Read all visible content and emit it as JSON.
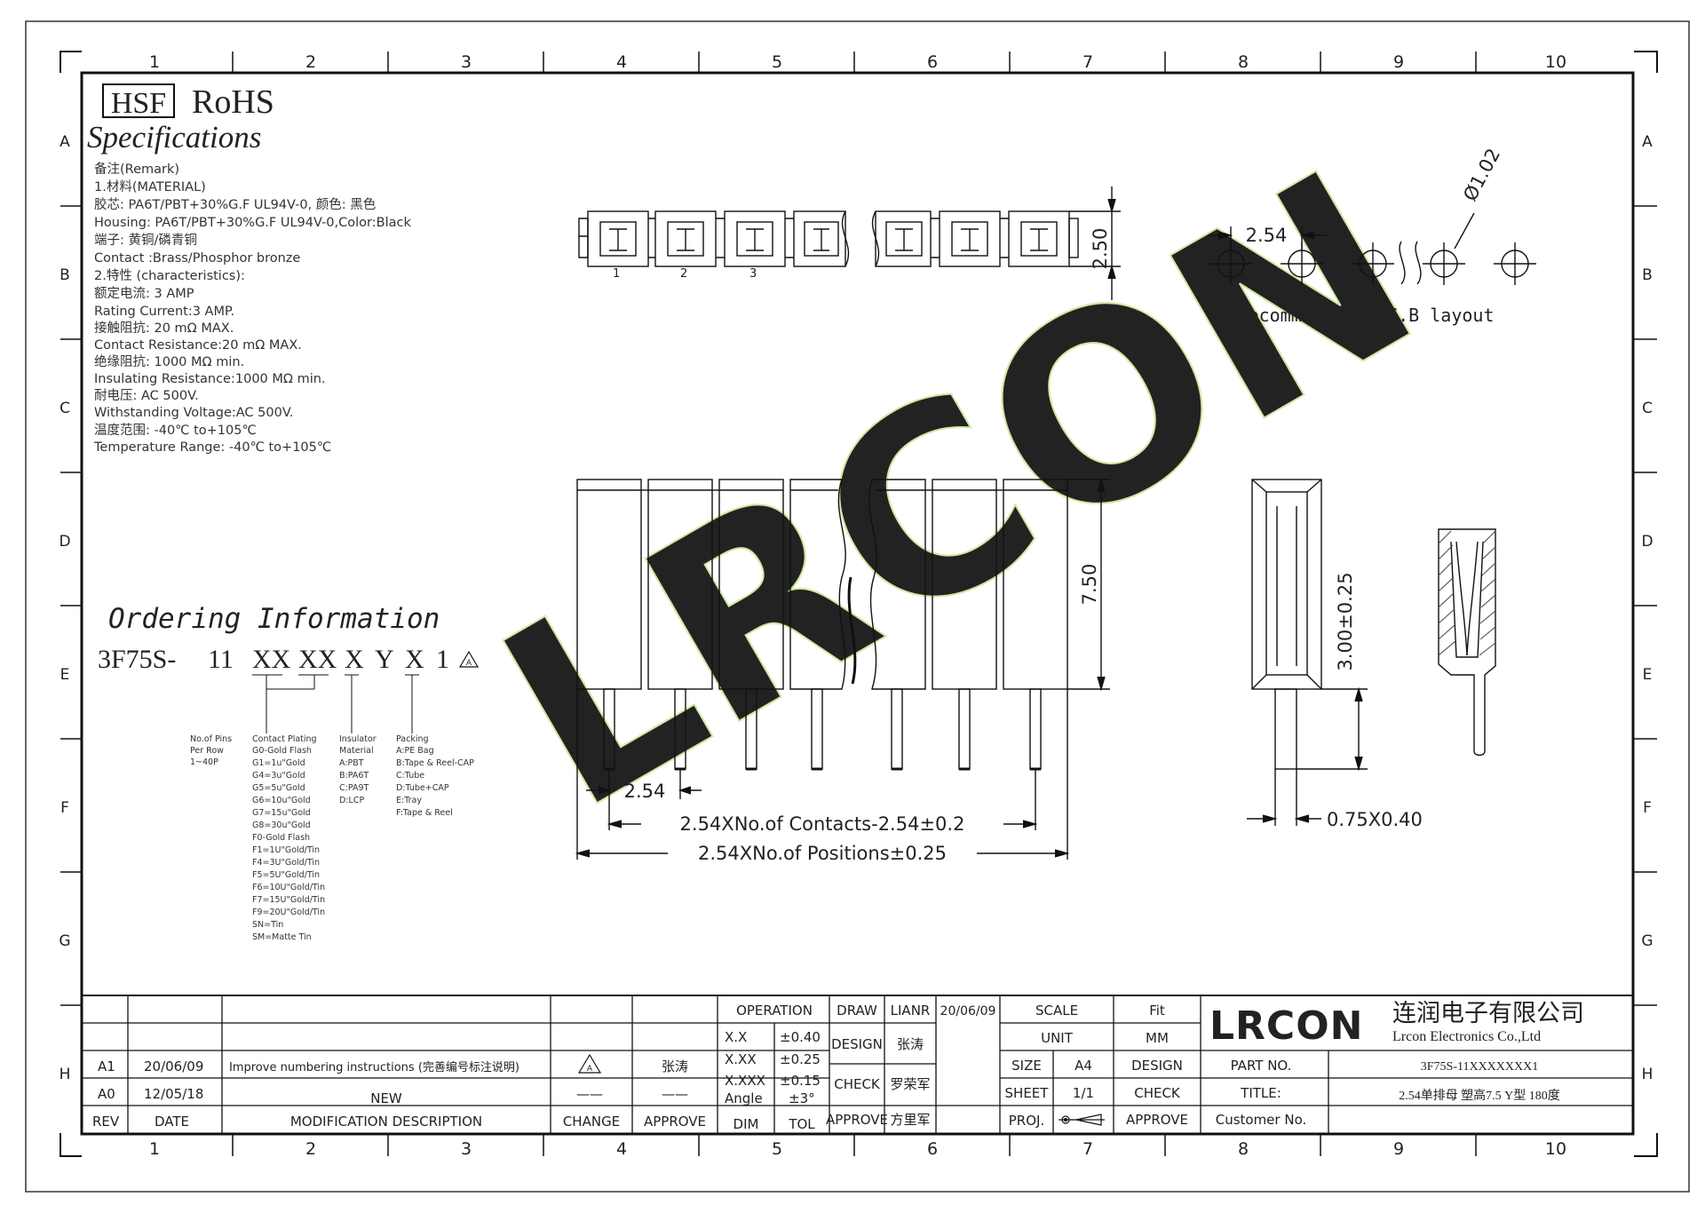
{
  "grid": {
    "columns": [
      "1",
      "2",
      "3",
      "4",
      "5",
      "6",
      "7",
      "8",
      "9",
      "10"
    ],
    "rows": [
      "A",
      "B",
      "C",
      "D",
      "E",
      "F",
      "G",
      "H"
    ]
  },
  "header": {
    "hsf_badge": "HSF",
    "rohs": "RoHS",
    "specifications_title": "Specifications"
  },
  "specs": [
    "备注(Remark)",
    "1.材料(MATERIAL)",
    "胶芯: PA6T/PBT+30%G.F UL94V-0, 颜色: 黑色",
    "Housing: PA6T/PBT+30%G.F UL94V-0,Color:Black",
    "端子: 黄铜/磷青铜",
    "Contact :Brass/Phosphor bronze",
    "2.特性 (characteristics):",
    "额定电流: 3 AMP",
    "Rating Current:3 AMP.",
    "接触阻抗: 20 mΩ MAX.",
    "Contact Resistance:20 mΩ MAX.",
    "绝缘阻抗: 1000 MΩ min.",
    "Insulating Resistance:1000 MΩ min.",
    "耐电压: AC 500V.",
    "Withstanding Voltage:AC 500V.",
    "温度范围: -40℃ to+105℃",
    "Temperature Range: -40℃ to+105℃"
  ],
  "top_view": {
    "pin_numbers": [
      "1",
      "2",
      "3"
    ],
    "height_dim": "2.50"
  },
  "pcb_layout": {
    "pitch_dim": "2.54",
    "hole_dim": "Ø1.02",
    "caption": "Recommended P.C.B layout"
  },
  "front_view": {
    "height_dim": "7.50",
    "pitch_dim": "2.54",
    "contacts_dim": "2.54XNo.of Contacts-2.54±0.2",
    "positions_dim": "2.54XNo.of Positions±0.25"
  },
  "side_view": {
    "pin_length_dim": "3.00±0.25",
    "pin_section_dim": "0.75X0.40"
  },
  "watermark": "LRCON",
  "ordering": {
    "title": "Ordering Information",
    "part_prefix": "3F75S-",
    "segments": [
      "11",
      "XX",
      "XX",
      "X",
      "Y",
      "X",
      "1"
    ],
    "rev_mark": "A",
    "legend": {
      "pins": [
        "No.of Pins",
        "Per Row",
        "1~40P"
      ],
      "plating": [
        "Contact Plating",
        "G0-Gold Flash",
        "G1=1u\"Gold",
        "G4=3u\"Gold",
        "G5=5u\"Gold",
        "G6=10u\"Gold",
        "G7=15u\"Gold",
        "G8=30u\"Gold",
        "F0-Gold Flash",
        "F1=1U\"Gold/Tin",
        "F4=3U\"Gold/Tin",
        "F5=5U\"Gold/Tin",
        "F6=10U\"Gold/Tin",
        "F7=15U\"Gold/Tin",
        "F9=20U\"Gold/Tin",
        "SN=Tin",
        "SM=Matte Tin"
      ],
      "insulator": [
        "Insulator",
        "Material",
        "A:PBT",
        "B:PA6T",
        "C:PA9T",
        "D:LCP"
      ],
      "packing": [
        "Packing",
        "A:PE Bag",
        "B:Tape & Reel-CAP",
        "C:Tube",
        "D:Tube+CAP",
        "E:Tray",
        "F:Tape & Reel"
      ]
    }
  },
  "revision_block": {
    "rows": [
      {
        "rev": "A1",
        "date": "20/06/09",
        "desc": "Improve numbering instructions (完善编号标注说明)",
        "change": "A",
        "approve": "张涛"
      },
      {
        "rev": "A0",
        "date": "12/05/18",
        "desc": "NEW",
        "change": "——",
        "approve": "——"
      }
    ],
    "header": {
      "rev": "REV",
      "date": "DATE",
      "desc": "MODIFICATION DESCRIPTION",
      "change": "CHANGE",
      "approve": "APPROVE"
    }
  },
  "tolerance_block": {
    "title": "OPERATION",
    "rows": [
      {
        "dim": "X.X",
        "tol": "±0.40"
      },
      {
        "dim": "X.XX",
        "tol": "±0.25"
      },
      {
        "dim": "X.XXX",
        "tol": "±0.15"
      },
      {
        "dim": "Angle",
        "tol": "±3°"
      }
    ],
    "dim_label": "DIM",
    "tol_label": "TOL"
  },
  "sign_block": {
    "draw_label": "DRAW",
    "draw_name": "LIANR",
    "draw_date": "20/06/09",
    "design_label": "DESIGN",
    "design_name": "张涛",
    "check_label": "CHECK",
    "check_name": "罗荣军",
    "approve_label": "APPROVE",
    "approve_name": "方里军"
  },
  "info_block": {
    "scale_label": "SCALE",
    "scale_value": "Fit",
    "unit_label": "UNIT",
    "unit_value": "MM",
    "size_label": "SIZE",
    "size_value": "A4",
    "sheet_label": "SHEET",
    "sheet_value": "1/1",
    "proj_label": "PROJ.",
    "design_label": "DESIGN",
    "check_label": "CHECK",
    "approve_label": "APPROVE"
  },
  "company": {
    "logo": "LRCON",
    "name_cn": "连润电子有限公司",
    "name_en": "Lrcon Electronics Co.,Ltd",
    "part_no_label": "PART NO.",
    "part_no": "3F75S-11XXXXXXX1",
    "title_label": "TITLE:",
    "title": "2.54单排母 塑高7.5 Y型 180度",
    "customer_label": "Customer No."
  },
  "colors": {
    "logo_blue": "#1a3bd6",
    "watermark_green": "#cfe8a0",
    "line": "#111111"
  }
}
